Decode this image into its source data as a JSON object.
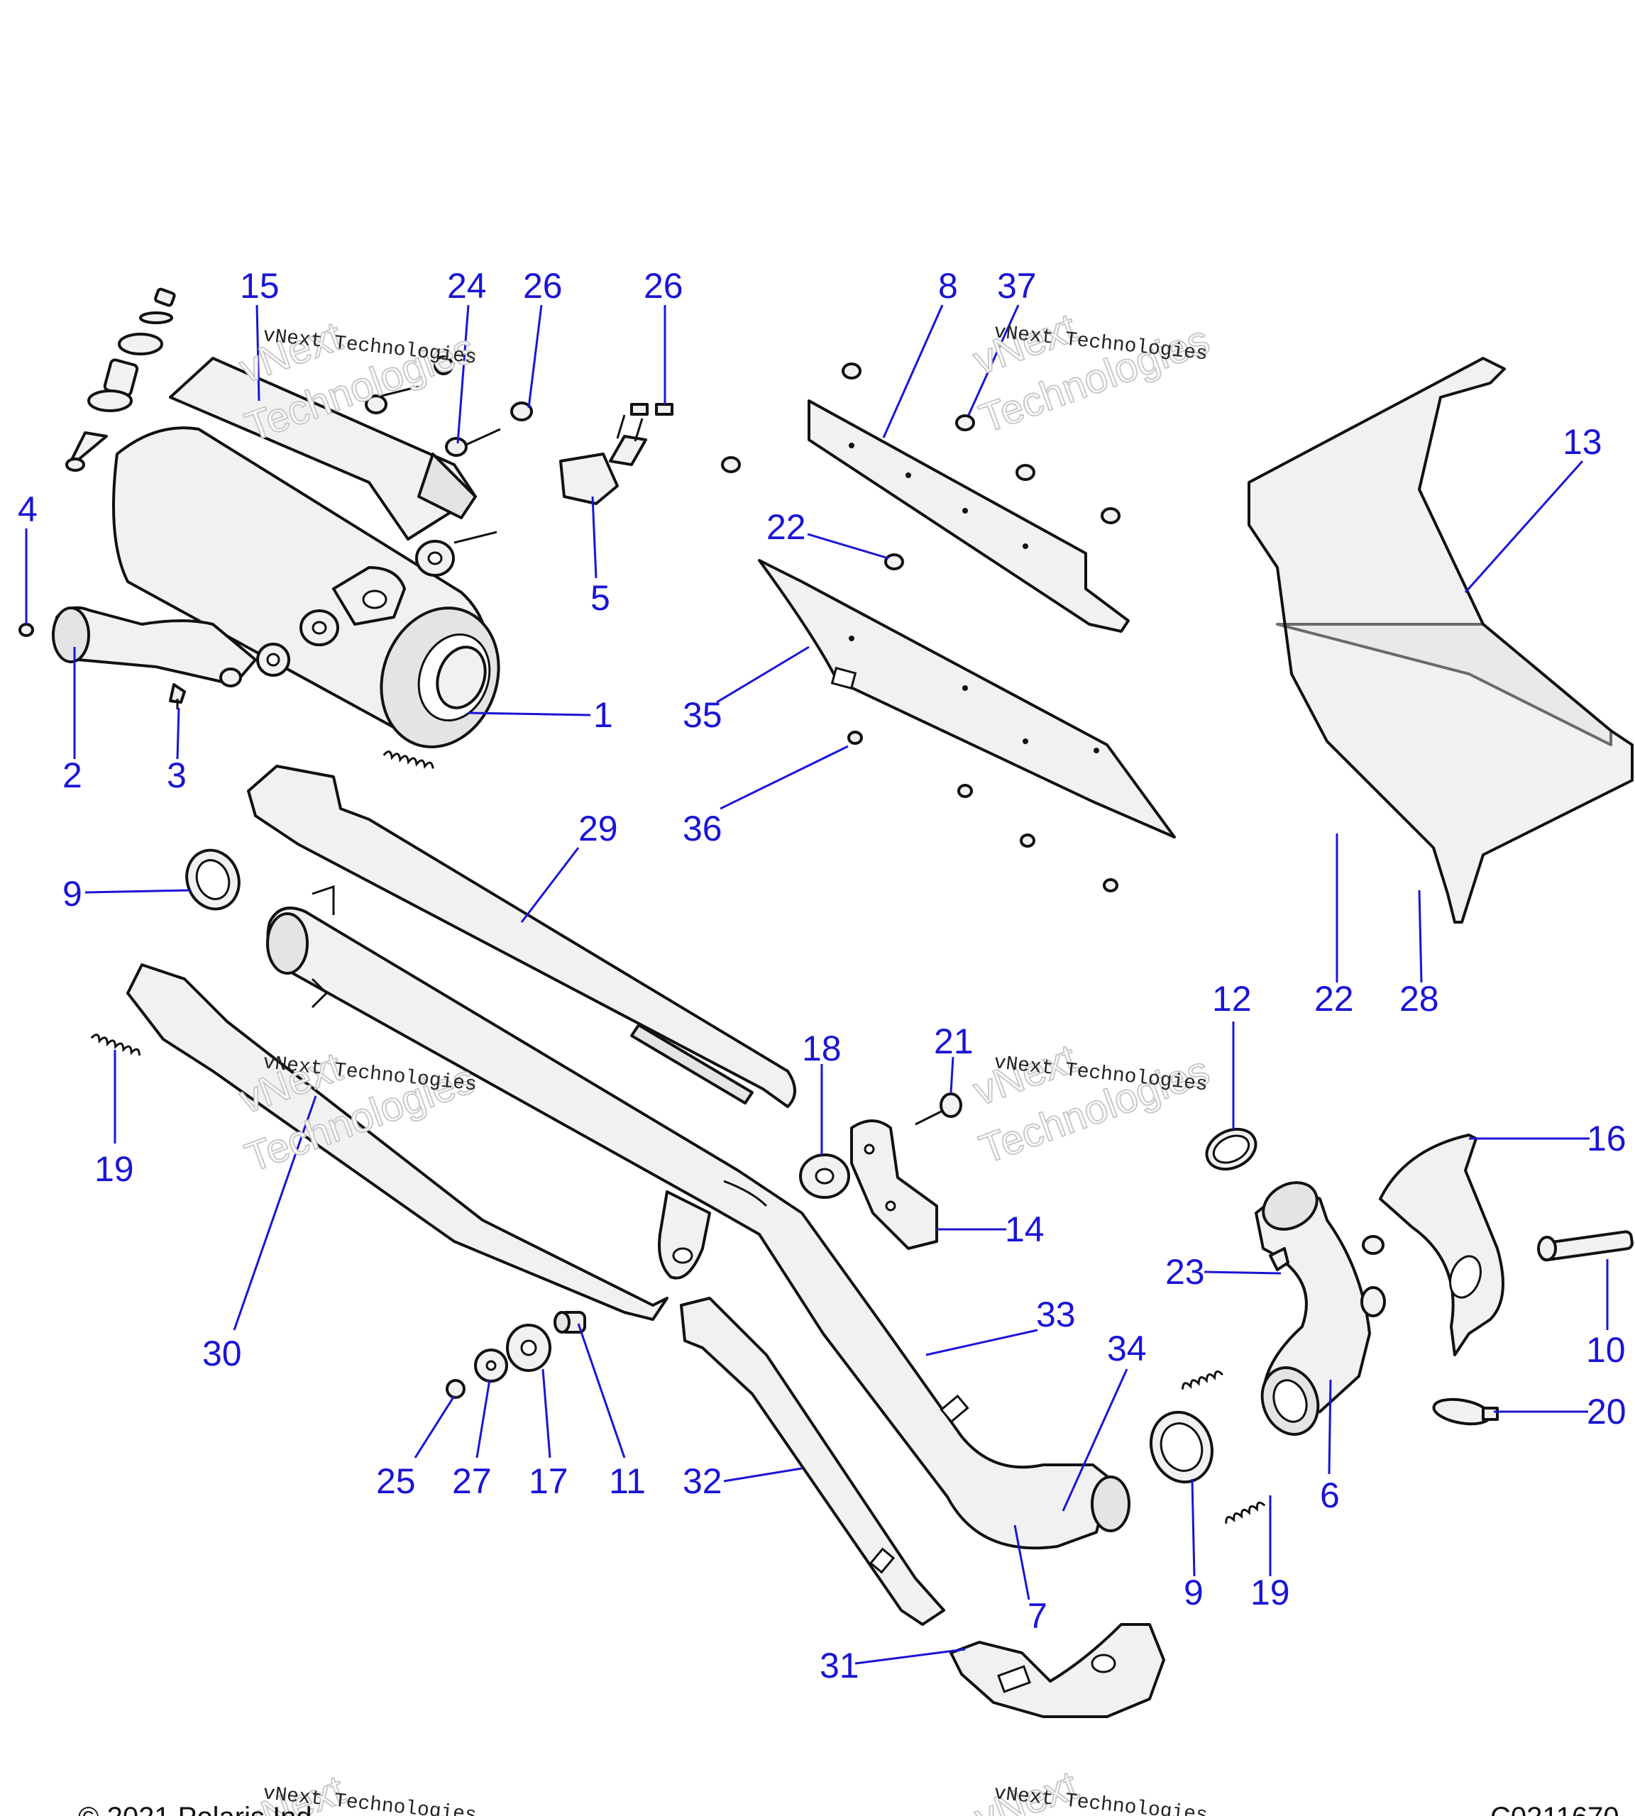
{
  "diagram": {
    "callouts": [
      {
        "id": "c15",
        "label": "15"
      },
      {
        "id": "c24",
        "label": "24"
      },
      {
        "id": "c26a",
        "label": "26"
      },
      {
        "id": "c26b",
        "label": "26"
      },
      {
        "id": "c8",
        "label": "8"
      },
      {
        "id": "c37",
        "label": "37"
      },
      {
        "id": "c13",
        "label": "13"
      },
      {
        "id": "c4",
        "label": "4"
      },
      {
        "id": "c22a",
        "label": "22"
      },
      {
        "id": "c5",
        "label": "5"
      },
      {
        "id": "c1",
        "label": "1"
      },
      {
        "id": "c35",
        "label": "35"
      },
      {
        "id": "c2",
        "label": "2"
      },
      {
        "id": "c3",
        "label": "3"
      },
      {
        "id": "c29",
        "label": "29"
      },
      {
        "id": "c36",
        "label": "36"
      },
      {
        "id": "c9a",
        "label": "9"
      },
      {
        "id": "c12",
        "label": "12"
      },
      {
        "id": "c22b",
        "label": "22"
      },
      {
        "id": "c28",
        "label": "28"
      },
      {
        "id": "c18",
        "label": "18"
      },
      {
        "id": "c21",
        "label": "21"
      },
      {
        "id": "c19a",
        "label": "19"
      },
      {
        "id": "c16",
        "label": "16"
      },
      {
        "id": "c14",
        "label": "14"
      },
      {
        "id": "c23",
        "label": "23"
      },
      {
        "id": "c10",
        "label": "10"
      },
      {
        "id": "c33",
        "label": "33"
      },
      {
        "id": "c34",
        "label": "34"
      },
      {
        "id": "c30",
        "label": "30"
      },
      {
        "id": "c20",
        "label": "20"
      },
      {
        "id": "c6",
        "label": "6"
      },
      {
        "id": "c25",
        "label": "25"
      },
      {
        "id": "c27",
        "label": "27"
      },
      {
        "id": "c17",
        "label": "17"
      },
      {
        "id": "c11",
        "label": "11"
      },
      {
        "id": "c32",
        "label": "32"
      },
      {
        "id": "c9b",
        "label": "9"
      },
      {
        "id": "c19b",
        "label": "19"
      },
      {
        "id": "c7",
        "label": "7"
      },
      {
        "id": "c31",
        "label": "31"
      }
    ],
    "callout_color": "#1a14d6",
    "watermark": {
      "company": "vNext Technologies",
      "brand_top": "vNext",
      "brand_bottom": "Technologies"
    },
    "footer": {
      "copyright": "© 2021 Polaris Ind",
      "figure_code": "C0211670"
    }
  }
}
